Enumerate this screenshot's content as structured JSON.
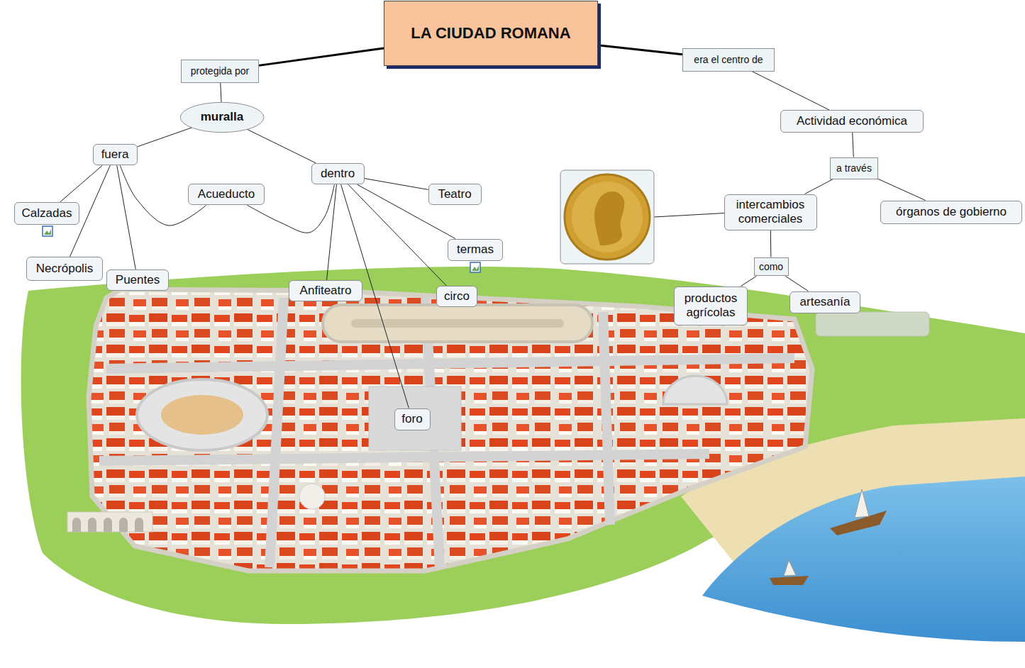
{
  "diagram": {
    "nodes": [
      {
        "text": [
          "LA CIUDAD ROMANA"
        ]
      },
      {
        "text": [
          "protegida por"
        ]
      },
      {
        "text": [
          "era el centro de"
        ]
      },
      {
        "text": [
          "muralla"
        ]
      },
      {
        "text": [
          "Actividad económica"
        ]
      },
      {
        "text": [
          "fuera"
        ]
      },
      {
        "text": [
          "dentro"
        ]
      },
      {
        "text": [
          "Acueducto"
        ]
      },
      {
        "text": [
          "Teatro"
        ]
      },
      {
        "text": [
          "a través"
        ]
      },
      {
        "text": [
          "Calzadas"
        ]
      },
      {
        "text": [
          "intercambios comerciales"
        ]
      },
      {
        "text": [
          "órganos de gobierno"
        ]
      },
      {
        "text": [
          "termas"
        ]
      },
      {
        "text": [
          "Necrópolis"
        ]
      },
      {
        "text": [
          "Puentes"
        ]
      },
      {
        "text": [
          "como"
        ]
      },
      {
        "text": [
          "Anfiteatro"
        ]
      },
      {
        "text": [
          "circo"
        ]
      },
      {
        "text": [
          "productos agrícolas"
        ]
      },
      {
        "text": [
          "artesanía"
        ]
      },
      {
        "text": [
          "foro"
        ]
      }
    ],
    "edges": [
      {
        "from": 0,
        "to": 1,
        "arrow": "none"
      },
      {
        "from": 0,
        "to": 2,
        "arrow": "none"
      },
      {
        "from": 1,
        "to": 3,
        "arrow": "none"
      },
      {
        "from": 2,
        "to": 4,
        "arrow": "none"
      },
      {
        "from": 3,
        "to": 5,
        "arrow": "none"
      },
      {
        "from": 3,
        "to": 6,
        "arrow": "none"
      },
      {
        "from": 4,
        "to": 9,
        "arrow": "none"
      },
      {
        "from": 5,
        "to": 10,
        "arrow": "none"
      },
      {
        "from": 5,
        "to": 14,
        "arrow": "none"
      },
      {
        "from": 5,
        "to": 15,
        "arrow": "none"
      },
      {
        "from": 5,
        "to": 7,
        "arrow": "none"
      },
      {
        "from": 6,
        "to": 7,
        "arrow": "none"
      },
      {
        "from": 6,
        "to": 8,
        "arrow": "none"
      },
      {
        "from": 6,
        "to": 13,
        "arrow": "none"
      },
      {
        "from": 6,
        "to": 17,
        "arrow": "none"
      },
      {
        "from": 6,
        "to": 18,
        "arrow": "none"
      },
      {
        "from": 6,
        "to": 21,
        "arrow": "none"
      },
      {
        "from": 9,
        "to": 11,
        "arrow": "none"
      },
      {
        "from": 9,
        "to": 12,
        "arrow": "none"
      },
      {
        "from": 11,
        "to": 16,
        "arrow": "none"
      },
      {
        "from": 16,
        "to": 19,
        "arrow": "none"
      },
      {
        "from": 16,
        "to": 20,
        "arrow": "none"
      }
    ]
  }
}
